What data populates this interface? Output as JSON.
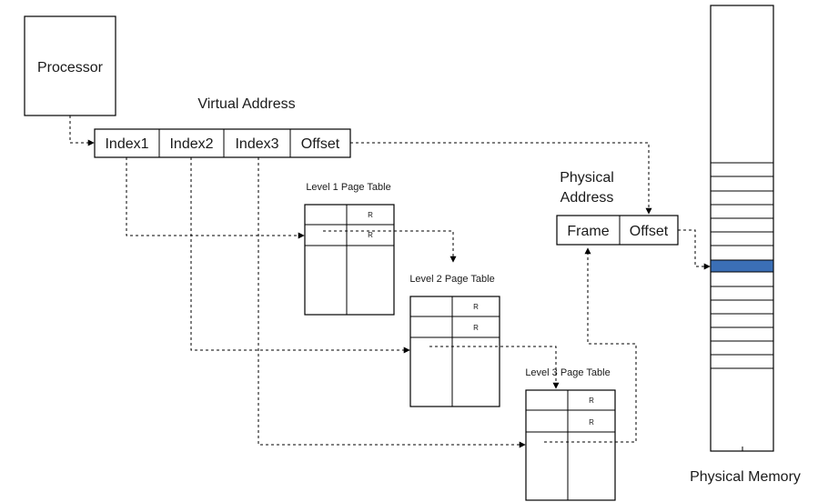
{
  "processor": {
    "label": "Processor"
  },
  "virtual_address": {
    "title": "Virtual Address",
    "fields": [
      "Index1",
      "Index2",
      "Index3",
      "Offset"
    ]
  },
  "page_tables": [
    {
      "title": "Level 1 Page Table",
      "rows": [
        "R",
        "R"
      ]
    },
    {
      "title": "Level 2 Page Table",
      "rows": [
        "R",
        "R"
      ]
    },
    {
      "title": "Level 3 Page Table",
      "rows": [
        "R",
        "R"
      ]
    }
  ],
  "physical_address": {
    "title_line1": "Physical",
    "title_line2": "Address",
    "fields": [
      "Frame",
      "Offset"
    ]
  },
  "physical_memory": {
    "label": "Physical Memory",
    "highlight_color": "#3b6fb6"
  }
}
